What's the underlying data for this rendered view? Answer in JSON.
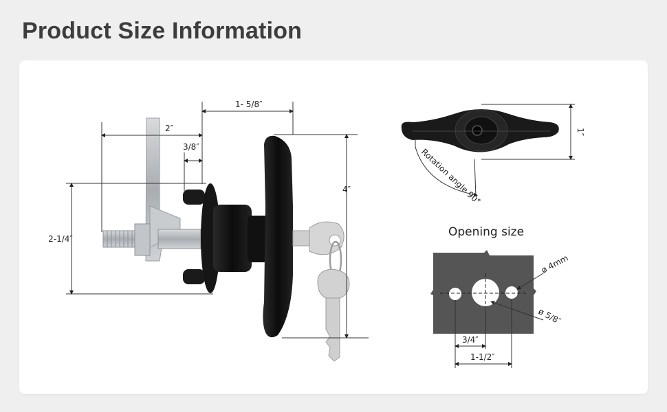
{
  "page_title": "Product Size Information",
  "dimensions": {
    "d_1_5_8": "1- 5/8″",
    "d_2": "2″",
    "d_3_8": "3/8″",
    "d_4": "4″",
    "d_2_1_4": "2-1/4″",
    "d_1": "1″",
    "rotation": "Rotation angle 90°",
    "d_4mm": "ø 4mm",
    "d_5_8": "ø  5/8″",
    "d_3_4": "3/4″",
    "d_1_1_2": "1-1/2″"
  },
  "opening": {
    "title": "Opening size"
  },
  "colors": {
    "metal": "#b9bcc0",
    "black": "#141414",
    "plate": "#555555",
    "key": "#cfcfcf"
  }
}
